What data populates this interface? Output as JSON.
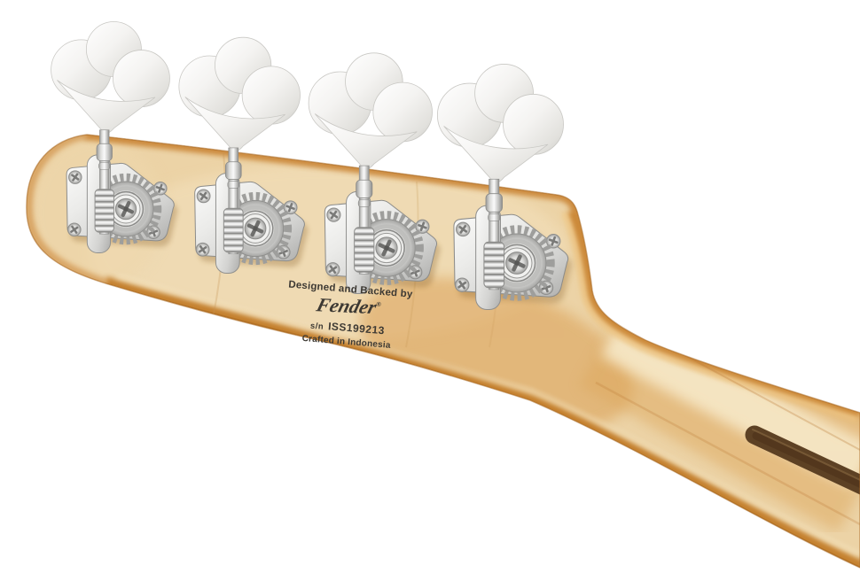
{
  "scene": {
    "subject": "back-of-bass-guitar-headstock-with-four-chrome-tuning-machines",
    "background": "plain white"
  },
  "headstock_text": {
    "tagline": "Designed and Backed by",
    "brand": "Fender",
    "registered_mark": "®",
    "serial_prefix": "s/n",
    "serial_number": "ISS199213",
    "origin": "Crafted in Indonesia"
  },
  "hardware": {
    "tuner_count": 4,
    "tuner_style": "clover-key reverse tuners with exposed gear",
    "finish": "chrome"
  },
  "colors": {
    "background": "#ffffff",
    "wood_pale": "#edd4a7",
    "wood_amber": "#d2903e",
    "wood_edge": "#c17b2a",
    "wood_highlight": "#f6e8c8",
    "skunk_stripe": "#5d4124",
    "chrome_bright": "#f7f7f6",
    "chrome_mid": "#d9d9d7",
    "chrome_dark": "#8f8f8d",
    "stamp_text": "#3d3933"
  }
}
